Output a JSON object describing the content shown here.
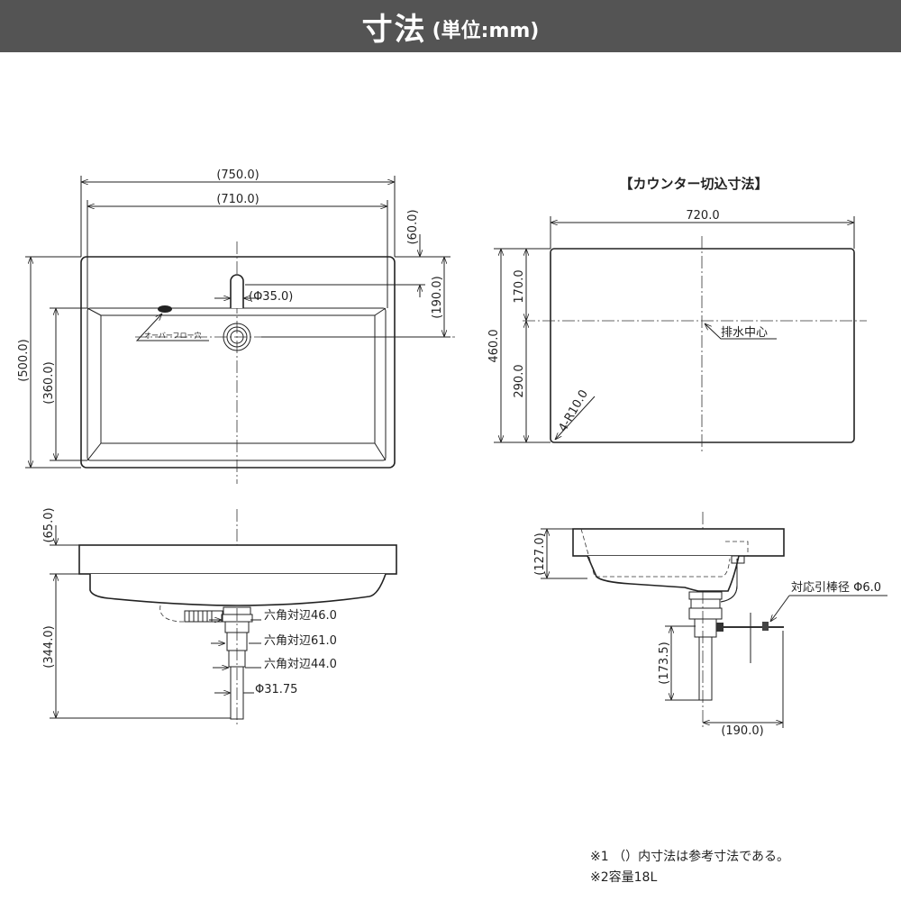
{
  "header": {
    "title": "寸法",
    "unit": "(単位:mm)"
  },
  "top_view": {
    "width_outer": "(750.0)",
    "width_inner": "(710.0)",
    "faucet_offset": "(60.0)",
    "drain_offset": "(190.0)",
    "depth_outer": "(500.0)",
    "depth_inner": "(360.0)",
    "faucet_hole": "(Φ35.0)",
    "overflow_label": "オーバーフロー穴"
  },
  "counter_cutout": {
    "title": "【カウンター切込寸法】",
    "width": "720.0",
    "depth": "460.0",
    "front_to_center": "170.0",
    "center_to_back": "290.0",
    "corner_radius": "4-R10.0",
    "drain_center_label": "排水中心"
  },
  "side_view": {
    "rim_height": "(65.0)",
    "drain_height": "(344.0)",
    "hex1": "六角対辺46.0",
    "hex2": "六角対辺61.0",
    "hex3": "六角対辺44.0",
    "pipe_dia": "Φ31.75"
  },
  "section_view": {
    "bowl_depth": "(127.0)",
    "trap_length": "(173.5)",
    "rod_offset": "(190.0)",
    "rod_label": "対応引棒径 Φ6.0"
  },
  "notes": [
    "※1 （）内寸法は参考寸法である。",
    "※2容量18L"
  ]
}
